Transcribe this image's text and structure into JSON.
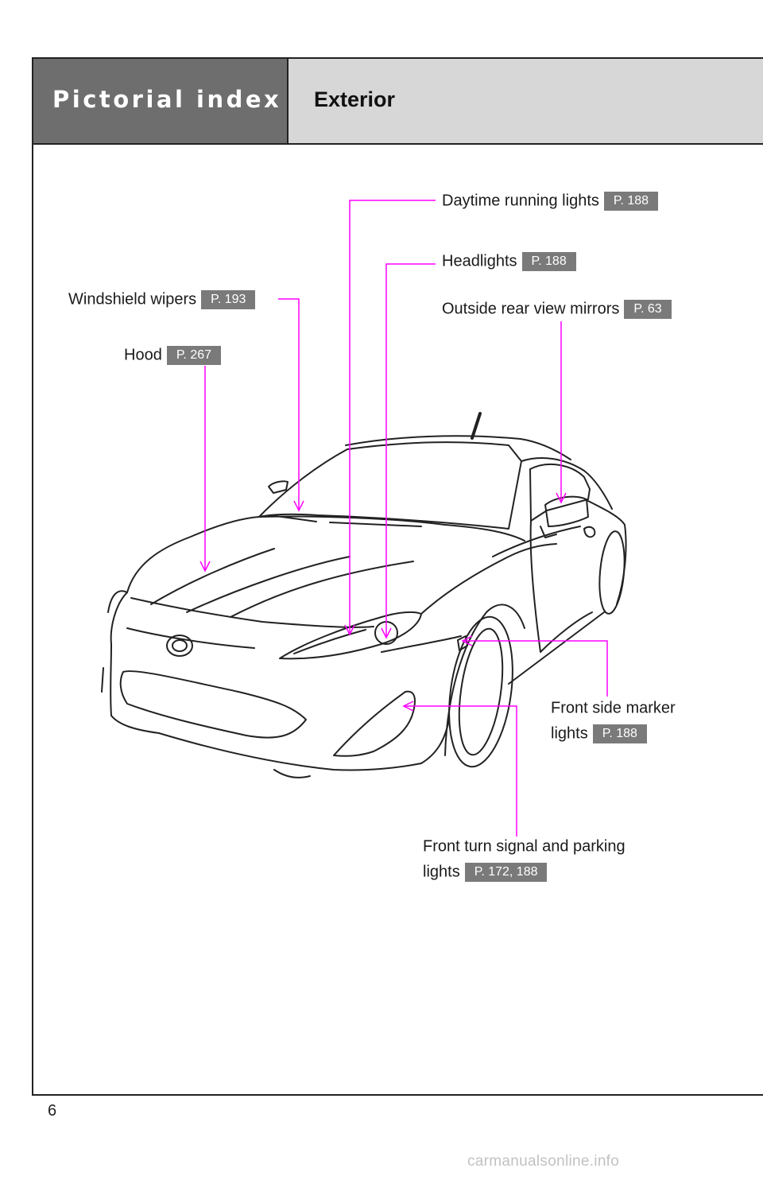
{
  "header": {
    "section_title": "Pictorial index",
    "chapter_title": "Exterior"
  },
  "callouts": {
    "daytime": {
      "label": "Daytime running lights",
      "page_ref": "P. 188"
    },
    "headlights": {
      "label": "Headlights",
      "page_ref": "P. 188"
    },
    "mirrors": {
      "label": "Outside rear view mirrors",
      "page_ref": "P. 63"
    },
    "wipers": {
      "label": "Windshield wipers",
      "page_ref": "P. 193"
    },
    "hood": {
      "label": "Hood",
      "page_ref": "P. 267"
    },
    "side_marker": {
      "label_line1": "Front side marker",
      "label_line2": "lights",
      "page_ref": "P. 188"
    },
    "turn_signal": {
      "label_line1": "Front turn signal and parking",
      "label_line2": "lights",
      "page_ref": "P. 172, 188"
    }
  },
  "illustration": {
    "subject": "car-front-three-quarter-view",
    "leader_color": "#ff00ff"
  },
  "page_number": "6",
  "watermark": "carmanualsonline.info"
}
